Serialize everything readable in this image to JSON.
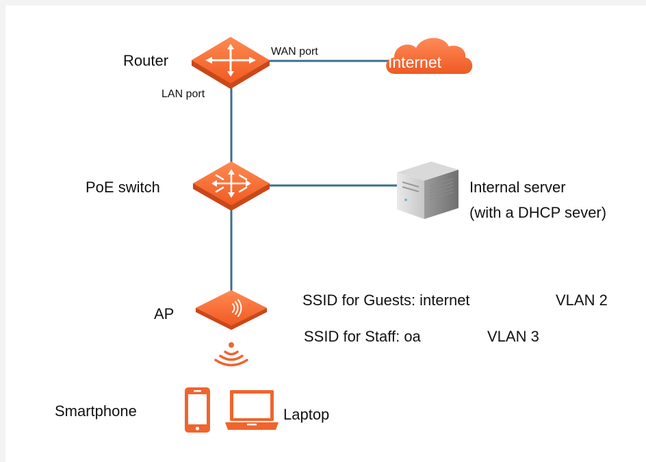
{
  "nodes": {
    "router": {
      "label": "Router",
      "icon": "router-icon"
    },
    "internet": {
      "label": "Internet",
      "icon": "cloud-icon"
    },
    "poe_switch": {
      "label": "PoE switch",
      "icon": "switch-icon"
    },
    "server": {
      "line1": "Internal server",
      "line2": "(with a DHCP sever)",
      "icon": "server-icon"
    },
    "ap": {
      "label": "AP",
      "icon": "access-point-icon"
    },
    "smartphone": {
      "label": "Smartphone",
      "icon": "smartphone-icon"
    },
    "laptop": {
      "label": "Laptop",
      "icon": "laptop-icon"
    }
  },
  "ports": {
    "wan": "WAN port",
    "lan": "LAN port"
  },
  "ssids": {
    "guests": {
      "text": "SSID for Guests: internet",
      "vlan": "VLAN 2"
    },
    "staff": {
      "text": "SSID for Staff: oa",
      "vlan": "VLAN 3"
    }
  },
  "colors": {
    "device_orange": "#f0642d",
    "device_orange_dark": "#c9481a",
    "link_blue": "#3a6f8f",
    "server_gray": "#8f8f8f"
  }
}
